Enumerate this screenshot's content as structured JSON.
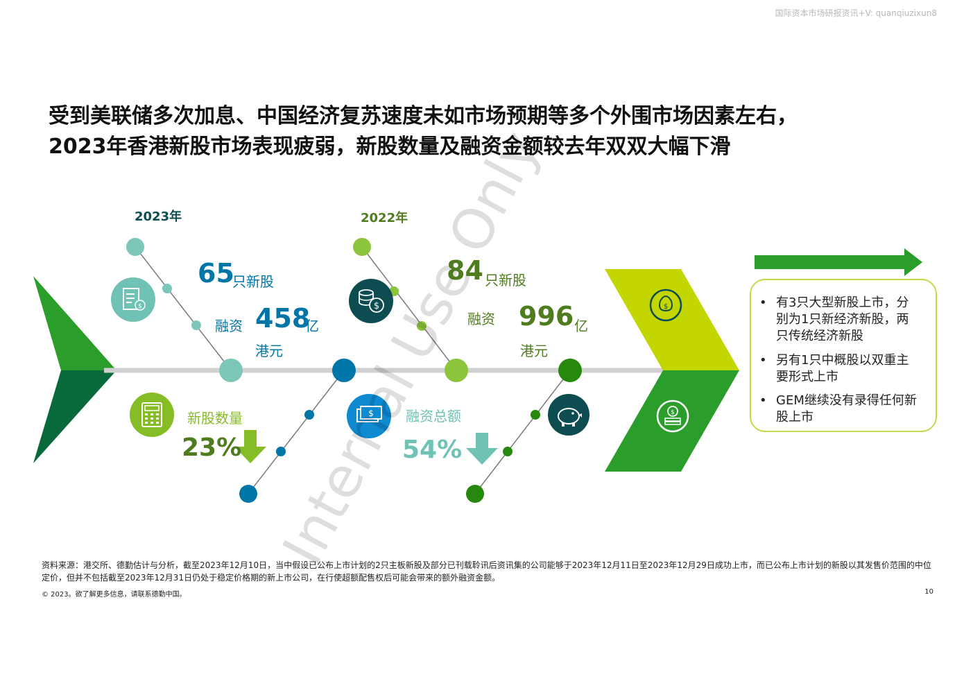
{
  "header": {
    "watermark": "国际资本市场研报资讯+V: quanqiuzixun8"
  },
  "title": {
    "line1": "受到美联储多次加息、中国经济复苏速度未如市场预期等多个外围市场因素左右，",
    "line2": "2023年香港新股市场表现疲弱，新股数量及融资金额较去年双双大幅下滑"
  },
  "y2023": {
    "year": "2023年",
    "ipo_count": "65",
    "ipo_unit": "只新股",
    "funds_label": "融资",
    "funds_value": "458",
    "funds_unit": "亿",
    "funds_currency": "港元",
    "count_change_label": "新股数量",
    "count_change": "23%"
  },
  "y2022": {
    "year": "2022年",
    "ipo_count": "84",
    "ipo_unit": "只新股",
    "funds_label": "融资",
    "funds_value": "996",
    "funds_unit": "亿",
    "funds_currency": "港元",
    "funds_change_label": "融资总额",
    "funds_change": "54%"
  },
  "bullets": [
    "有3只大型新股上市，分别为1只新经济新股，两只传统经济新股",
    "另有1只中概股以双重主要形式上市",
    "GEM继续没有录得任何新股上市"
  ],
  "bullet_lines": [
    [
      "有3只大型新股上市，分",
      "别为1只新经济新股，两",
      "只传统经济新股"
    ],
    [
      "另有1只中概股以双重主",
      "要形式上市"
    ],
    [
      "GEM继续没有录得任何新",
      "股上市"
    ]
  ],
  "bullet_symbol": "•",
  "watermark_text": "Internal Use Only",
  "footnote": "资料来源：港交所、德勤估计与分析，截至2023年12月10日，当中假设已公布上市计划的2只主板新股及部分已刊载聆讯后资讯集的公司能够于2023年12月11日至2023年12月29日成功上市，而已公布上市计划的新股以其发售价范围的中位定价，但并不包括截至2023年12月31日仍处于稳定价格期的新上市公司，在行使超额配售权后可能会带来的额外融资金额。",
  "copyright": "© 2023。欲了解更多信息，请联系德勤中国。",
  "page_number": "10",
  "icons": [
    "document-dollar-icon",
    "calculator-icon",
    "coins-icon",
    "banknote-icon",
    "piggy-bank-icon",
    "money-bag-icon",
    "coin-stack-icon"
  ],
  "colors": {
    "teal": "#6fc2b4",
    "blue": "#0076a8",
    "lime": "#86bc25",
    "green": "#26890d",
    "dark_teal": "#0d4d52",
    "olive": "#4f7c1e",
    "chevron_lime": "#c4d600",
    "chevron_green": "#2a9d2a",
    "spine": "#d0d0d0"
  }
}
